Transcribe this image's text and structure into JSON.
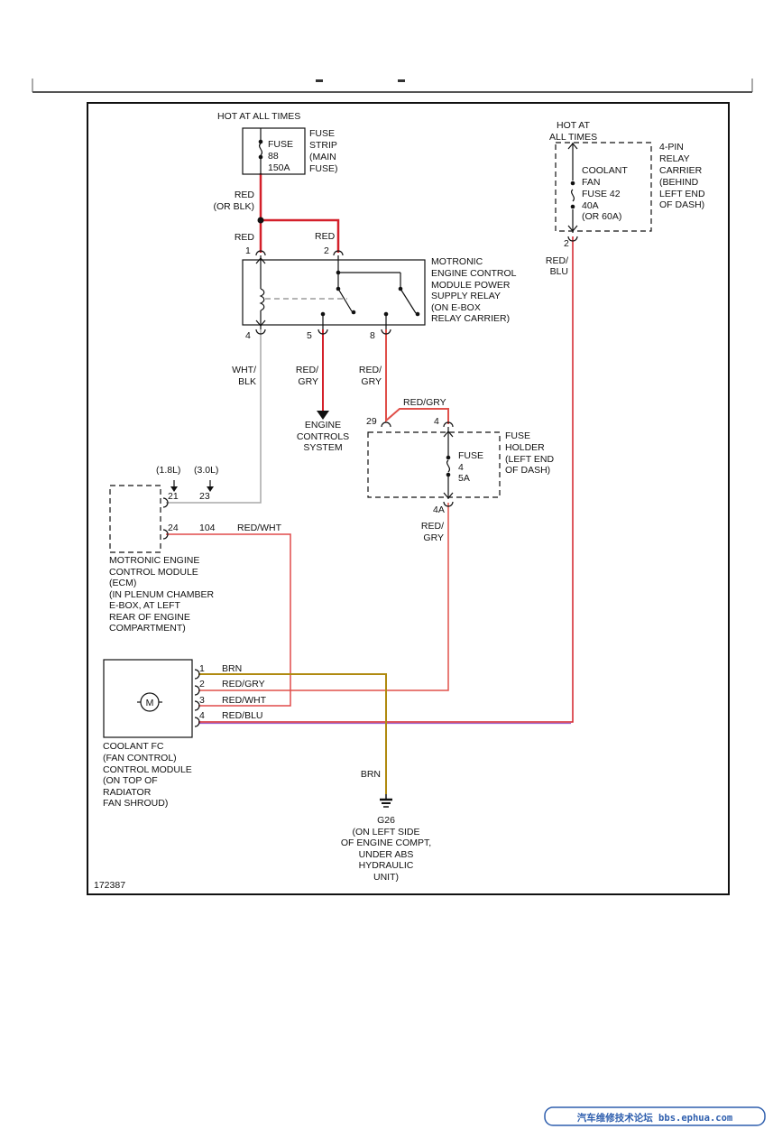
{
  "colors": {
    "red": "#d4202a",
    "red_gry": "#e0504a",
    "red_wht": "#e04a4a",
    "red_blu": "#a060c8",
    "brn": "#b08a10",
    "wht_blk": "#a8a8a8",
    "line": "#111111"
  },
  "diagram": {
    "hot_at_all_times_1": "HOT AT ALL TIMES",
    "fuse88": [
      "FUSE",
      "88",
      "150A"
    ],
    "fuse_strip": [
      "FUSE",
      "STRIP",
      "(MAIN",
      "FUSE)"
    ],
    "wire_red_or_blk": [
      "RED",
      "(OR BLK)"
    ],
    "wire_red_pin1": "RED",
    "wire_red_pin2": "RED",
    "relay_pins": {
      "p1": "1",
      "p2": "2",
      "p4": "4",
      "p5": "5",
      "p8": "8"
    },
    "relay_label": [
      "MOTRONIC",
      "ENGINE CONTROL",
      "MODULE POWER",
      "SUPPLY RELAY",
      "(ON E-BOX",
      "RELAY CARRIER)"
    ],
    "hot_at_all_times_2": [
      "HOT AT",
      "ALL TIMES"
    ],
    "coolant_fuse": [
      "COOLANT",
      "FAN",
      "FUSE 42",
      "40A",
      "(OR 60A)"
    ],
    "relay_carrier": [
      "4-PIN",
      "RELAY",
      "CARRIER",
      "(BEHIND",
      "LEFT END",
      "OF DASH)"
    ],
    "coolant_fuse_pin": "2",
    "wire_red_blu_top": [
      "RED/",
      "BLU"
    ],
    "wire_wht_blk": [
      "WHT/",
      "BLK"
    ],
    "wire_red_gry_5": [
      "RED/",
      "GRY"
    ],
    "wire_red_gry_8": [
      "RED/",
      "GRY"
    ],
    "engine_controls": [
      "ENGINE",
      "CONTROLS",
      "SYSTEM"
    ],
    "wire_red_gry_top": "RED/GRY",
    "fuse_holder_pins": {
      "p29": "29",
      "p4": "4",
      "p4a": "4A"
    },
    "fuse4": [
      "FUSE",
      "4",
      "5A"
    ],
    "fuse_holder": [
      "FUSE",
      "HOLDER",
      "(LEFT END",
      "OF DASH)"
    ],
    "wire_red_gry_down": [
      "RED/",
      "GRY"
    ],
    "ecm_variants": [
      "(1.8L)",
      "(3.0L)"
    ],
    "ecm_pins": {
      "p21": "21",
      "p23": "23",
      "p24": "24",
      "p104": "104"
    },
    "wire_red_wht_ecm": "RED/WHT",
    "ecm_label": [
      "MOTRONIC ENGINE",
      "CONTROL MODULE",
      "(ECM)",
      "(IN PLENUM CHAMBER",
      "E-BOX, AT LEFT",
      "REAR OF ENGINE",
      "COMPARTMENT)"
    ],
    "fc_pins": [
      "1",
      "2",
      "3",
      "4"
    ],
    "fc_wires": [
      "BRN",
      "RED/GRY",
      "RED/WHT",
      "RED/BLU"
    ],
    "motor_symbol": "M",
    "fc_label": [
      "COOLANT FC",
      "(FAN CONTROL)",
      "CONTROL MODULE",
      "(ON TOP OF",
      "RADIATOR",
      "FAN SHROUD)"
    ],
    "wire_brn": "BRN",
    "ground_label": [
      "G26",
      "(ON LEFT SIDE",
      "OF ENGINE COMPT,",
      "UNDER ABS",
      "HYDRAULIC",
      "UNIT)"
    ],
    "figure_number": "172387"
  },
  "watermark": "汽车维修技术论坛 bbs.ephua.com"
}
